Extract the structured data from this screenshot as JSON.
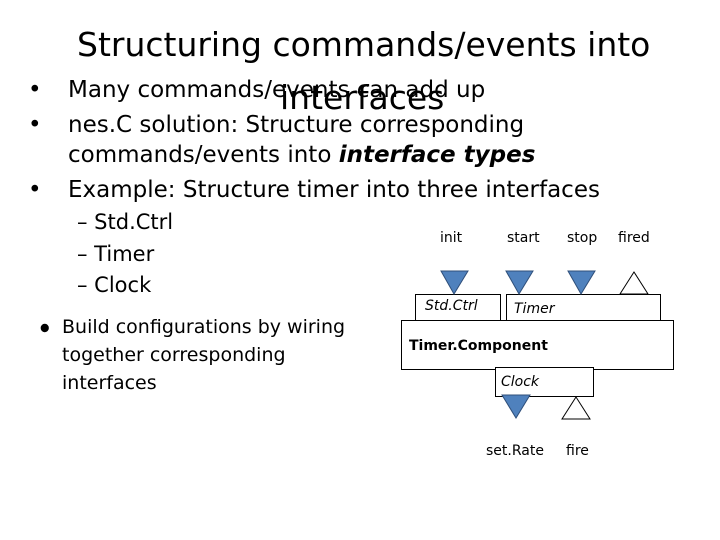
{
  "slide": {
    "title_line1": "Structuring commands/events into",
    "title_line2": "interfaces",
    "bullets": [
      {
        "symbol": "•",
        "text": "Many commands/events can add up"
      },
      {
        "symbol": "•",
        "text_prefix": "nes.C solution: Structure corresponding",
        "text_line2": "commands/events into ",
        "text_emph": "interface types"
      },
      {
        "symbol": "•",
        "text": "Example: Structure timer into three interfaces"
      }
    ],
    "subitems": [
      "– Std.Ctrl",
      "– Timer",
      "– Clock"
    ],
    "note": {
      "symbol": "⦁",
      "lines": [
        "Build configurations by wiring",
        "together corresponding",
        "interfaces"
      ]
    }
  },
  "diagram": {
    "top_labels": [
      "init",
      "start",
      "stop",
      "fired"
    ],
    "interfaces": {
      "stdctrl": "Std.Ctrl",
      "timer": "Timer",
      "clock": "Clock"
    },
    "component": "Timer.Component",
    "bottom_labels": [
      "set.Rate",
      "fire"
    ],
    "colors": {
      "filled_triangle": "#4f81bd",
      "outline": "#000000"
    }
  }
}
